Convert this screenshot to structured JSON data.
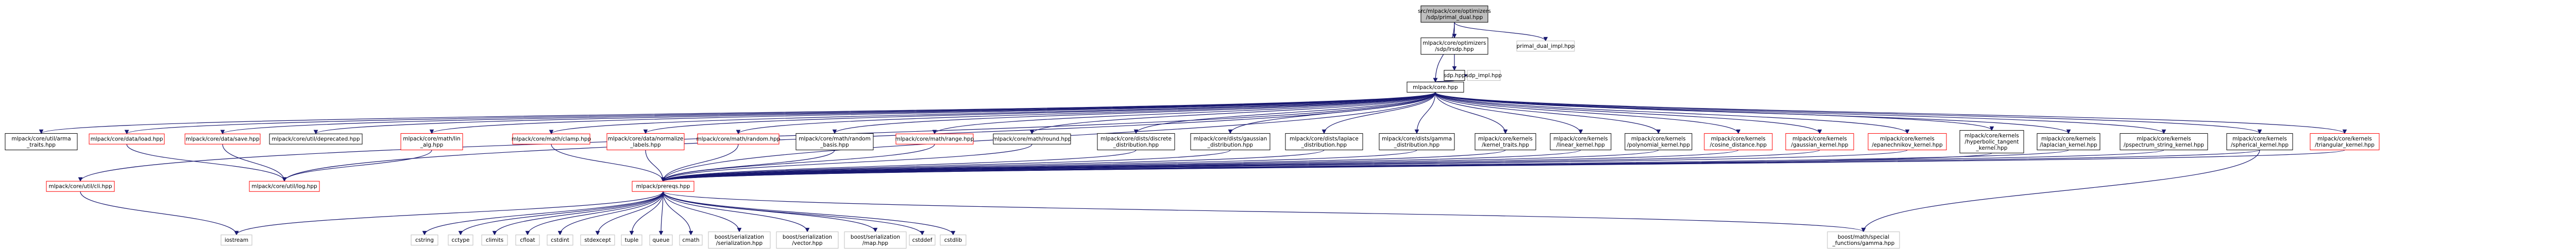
{
  "colors": {
    "edge": "#191970",
    "node_fill": "#ffffff",
    "root_fill": "#bfbfbf",
    "border_black": "#000000",
    "border_red": "#ff0000",
    "border_grey": "#bfbfbf"
  },
  "nodes": [
    {
      "id": "root",
      "lines": [
        "src/mlpack/core/optimizers",
        "/sdp/primal_dual.hpp"
      ],
      "style": "root"
    },
    {
      "id": "lrsdp",
      "lines": [
        "mlpack/core/optimizers",
        "/sdp/lrsdp.hpp"
      ],
      "style": "black"
    },
    {
      "id": "primal_impl",
      "lines": [
        "primal_dual_impl.hpp"
      ],
      "style": "grey"
    },
    {
      "id": "sdp",
      "lines": [
        "sdp.hpp"
      ],
      "style": "black"
    },
    {
      "id": "sdp_impl",
      "lines": [
        "sdp_impl.hpp"
      ],
      "style": "grey"
    },
    {
      "id": "core",
      "lines": [
        "mlpack/core.hpp"
      ],
      "style": "black"
    },
    {
      "id": "arma_traits",
      "lines": [
        "mlpack/core/util/arma",
        "_traits.hpp"
      ],
      "style": "black"
    },
    {
      "id": "data_load",
      "lines": [
        "mlpack/core/data/load.hpp"
      ],
      "style": "red"
    },
    {
      "id": "data_save",
      "lines": [
        "mlpack/core/data/save.hpp"
      ],
      "style": "red"
    },
    {
      "id": "deprecated",
      "lines": [
        "mlpack/core/util/deprecated.hpp"
      ],
      "style": "black"
    },
    {
      "id": "lin_alg",
      "lines": [
        "mlpack/core/math/lin",
        "_alg.hpp"
      ],
      "style": "red"
    },
    {
      "id": "clamp",
      "lines": [
        "mlpack/core/math/clamp.hpp"
      ],
      "style": "red"
    },
    {
      "id": "serialize",
      "lines": [
        "mlpack/core/data/normalize",
        "_labels.hpp"
      ],
      "style": "red"
    },
    {
      "id": "random",
      "lines": [
        "mlpack/core/math/random.hpp"
      ],
      "style": "red"
    },
    {
      "id": "random_basis",
      "lines": [
        "mlpack/core/math/random",
        "_basis.hpp"
      ],
      "style": "black"
    },
    {
      "id": "range",
      "lines": [
        "mlpack/core/math/range.hpp"
      ],
      "style": "red"
    },
    {
      "id": "round",
      "lines": [
        "mlpack/core/math/round.hpp"
      ],
      "style": "black"
    },
    {
      "id": "discrete",
      "lines": [
        "mlpack/core/dists/discrete",
        "_distribution.hpp"
      ],
      "style": "black"
    },
    {
      "id": "gaussian",
      "lines": [
        "mlpack/core/dists/gaussian",
        "_distribution.hpp"
      ],
      "style": "black"
    },
    {
      "id": "laplace",
      "lines": [
        "mlpack/core/dists/laplace",
        "_distribution.hpp"
      ],
      "style": "black"
    },
    {
      "id": "gamma",
      "lines": [
        "mlpack/core/dists/gamma",
        "_distribution.hpp"
      ],
      "style": "black"
    },
    {
      "id": "k_traits",
      "lines": [
        "mlpack/core/kernels",
        "/kernel_traits.hpp"
      ],
      "style": "black"
    },
    {
      "id": "k_linear",
      "lines": [
        "mlpack/core/kernels",
        "/linear_kernel.hpp"
      ],
      "style": "black"
    },
    {
      "id": "k_poly",
      "lines": [
        "mlpack/core/kernels",
        "/polynomial_kernel.hpp"
      ],
      "style": "black"
    },
    {
      "id": "k_cosine",
      "lines": [
        "mlpack/core/kernels",
        "/cosine_distance.hpp"
      ],
      "style": "red"
    },
    {
      "id": "k_gauss",
      "lines": [
        "mlpack/core/kernels",
        "/gaussian_kernel.hpp"
      ],
      "style": "red"
    },
    {
      "id": "k_epan",
      "lines": [
        "mlpack/core/kernels",
        "/epanechnikov_kernel.hpp"
      ],
      "style": "red"
    },
    {
      "id": "k_hyper",
      "lines": [
        "mlpack/core/kernels",
        "/hyperbolic_tangent",
        "_kernel.hpp"
      ],
      "style": "black"
    },
    {
      "id": "k_laplace",
      "lines": [
        "mlpack/core/kernels",
        "/laplacian_kernel.hpp"
      ],
      "style": "black"
    },
    {
      "id": "k_pspec",
      "lines": [
        "mlpack/core/kernels",
        "/pspectrum_string_kernel.hpp"
      ],
      "style": "black"
    },
    {
      "id": "k_spher",
      "lines": [
        "mlpack/core/kernels",
        "/spherical_kernel.hpp"
      ],
      "style": "black"
    },
    {
      "id": "k_tri",
      "lines": [
        "mlpack/core/kernels",
        "/triangular_kernel.hpp"
      ],
      "style": "red"
    },
    {
      "id": "cli",
      "lines": [
        "mlpack/core/util/cli.hpp"
      ],
      "style": "red"
    },
    {
      "id": "log",
      "lines": [
        "mlpack/core/util/log.hpp"
      ],
      "style": "red"
    },
    {
      "id": "prereqs",
      "lines": [
        "mlpack/prereqs.hpp"
      ],
      "style": "red"
    },
    {
      "id": "iostream",
      "lines": [
        "iostream"
      ],
      "style": "grey"
    },
    {
      "id": "cstring",
      "lines": [
        "cstring"
      ],
      "style": "grey"
    },
    {
      "id": "cctype",
      "lines": [
        "cctype"
      ],
      "style": "grey"
    },
    {
      "id": "climits",
      "lines": [
        "climits"
      ],
      "style": "grey"
    },
    {
      "id": "cfloat",
      "lines": [
        "cfloat"
      ],
      "style": "grey"
    },
    {
      "id": "cstdint",
      "lines": [
        "cstdint"
      ],
      "style": "grey"
    },
    {
      "id": "stdexcept",
      "lines": [
        "stdexcept"
      ],
      "style": "grey"
    },
    {
      "id": "tuple",
      "lines": [
        "tuple"
      ],
      "style": "grey"
    },
    {
      "id": "queue",
      "lines": [
        "queue"
      ],
      "style": "grey"
    },
    {
      "id": "cmath",
      "lines": [
        "cmath"
      ],
      "style": "grey"
    },
    {
      "id": "b_ser",
      "lines": [
        "boost/serialization",
        "/serialization.hpp"
      ],
      "style": "grey"
    },
    {
      "id": "b_vec",
      "lines": [
        "boost/serialization",
        "/vector.hpp"
      ],
      "style": "grey"
    },
    {
      "id": "b_map",
      "lines": [
        "boost/serialization",
        "/map.hpp"
      ],
      "style": "grey"
    },
    {
      "id": "cstddef",
      "lines": [
        "cstddef"
      ],
      "style": "grey"
    },
    {
      "id": "cstdlib",
      "lines": [
        "cstdlib"
      ],
      "style": "grey"
    },
    {
      "id": "b_gamma",
      "lines": [
        "boost/math/special",
        "_functions/gamma.hpp"
      ],
      "style": "grey"
    }
  ],
  "edges": [
    [
      "root",
      "lrsdp"
    ],
    [
      "root",
      "primal_impl"
    ],
    [
      "root",
      "core"
    ],
    [
      "lrsdp",
      "sdp"
    ],
    [
      "sdp",
      "core"
    ],
    [
      "sdp",
      "sdp_impl"
    ],
    [
      "core",
      "arma_traits"
    ],
    [
      "core",
      "data_load"
    ],
    [
      "core",
      "data_save"
    ],
    [
      "core",
      "deprecated"
    ],
    [
      "core",
      "lin_alg"
    ],
    [
      "core",
      "clamp"
    ],
    [
      "core",
      "serialize"
    ],
    [
      "core",
      "random"
    ],
    [
      "core",
      "random_basis"
    ],
    [
      "core",
      "range"
    ],
    [
      "core",
      "round"
    ],
    [
      "core",
      "discrete"
    ],
    [
      "core",
      "gaussian"
    ],
    [
      "core",
      "laplace"
    ],
    [
      "core",
      "gamma"
    ],
    [
      "core",
      "k_traits"
    ],
    [
      "core",
      "k_linear"
    ],
    [
      "core",
      "k_poly"
    ],
    [
      "core",
      "k_cosine"
    ],
    [
      "core",
      "k_gauss"
    ],
    [
      "core",
      "k_epan"
    ],
    [
      "core",
      "k_hyper"
    ],
    [
      "core",
      "k_laplace"
    ],
    [
      "core",
      "k_pspec"
    ],
    [
      "core",
      "k_spher"
    ],
    [
      "core",
      "k_tri"
    ],
    [
      "core",
      "cli"
    ],
    [
      "core",
      "log"
    ],
    [
      "core",
      "prereqs"
    ],
    [
      "data_load",
      "log"
    ],
    [
      "data_save",
      "log"
    ],
    [
      "lin_alg",
      "log"
    ],
    [
      "cli",
      "iostream"
    ],
    [
      "k_spher",
      "b_gamma"
    ],
    [
      "prereqs",
      "iostream"
    ],
    [
      "prereqs",
      "cstring"
    ],
    [
      "prereqs",
      "cctype"
    ],
    [
      "prereqs",
      "climits"
    ],
    [
      "prereqs",
      "cfloat"
    ],
    [
      "prereqs",
      "cstdint"
    ],
    [
      "prereqs",
      "stdexcept"
    ],
    [
      "prereqs",
      "tuple"
    ],
    [
      "prereqs",
      "queue"
    ],
    [
      "prereqs",
      "cmath"
    ],
    [
      "prereqs",
      "b_ser"
    ],
    [
      "prereqs",
      "b_vec"
    ],
    [
      "prereqs",
      "b_map"
    ],
    [
      "prereqs",
      "cstddef"
    ],
    [
      "prereqs",
      "cstdlib"
    ],
    [
      "prereqs",
      "b_gamma"
    ],
    [
      "clamp",
      "prereqs"
    ],
    [
      "serialize",
      "prereqs"
    ],
    [
      "random",
      "prereqs"
    ],
    [
      "random_basis",
      "prereqs"
    ],
    [
      "range",
      "prereqs"
    ],
    [
      "round",
      "prereqs"
    ],
    [
      "discrete",
      "prereqs"
    ],
    [
      "gaussian",
      "prereqs"
    ],
    [
      "laplace",
      "prereqs"
    ],
    [
      "gamma",
      "prereqs"
    ],
    [
      "k_traits",
      "prereqs"
    ],
    [
      "k_linear",
      "prereqs"
    ],
    [
      "k_poly",
      "prereqs"
    ],
    [
      "k_cosine",
      "prereqs"
    ],
    [
      "k_gauss",
      "prereqs"
    ],
    [
      "k_epan",
      "prereqs"
    ],
    [
      "k_hyper",
      "prereqs"
    ],
    [
      "k_laplace",
      "prereqs"
    ],
    [
      "k_pspec",
      "prereqs"
    ],
    [
      "k_spher",
      "prereqs"
    ],
    [
      "k_tri",
      "prereqs"
    ]
  ]
}
